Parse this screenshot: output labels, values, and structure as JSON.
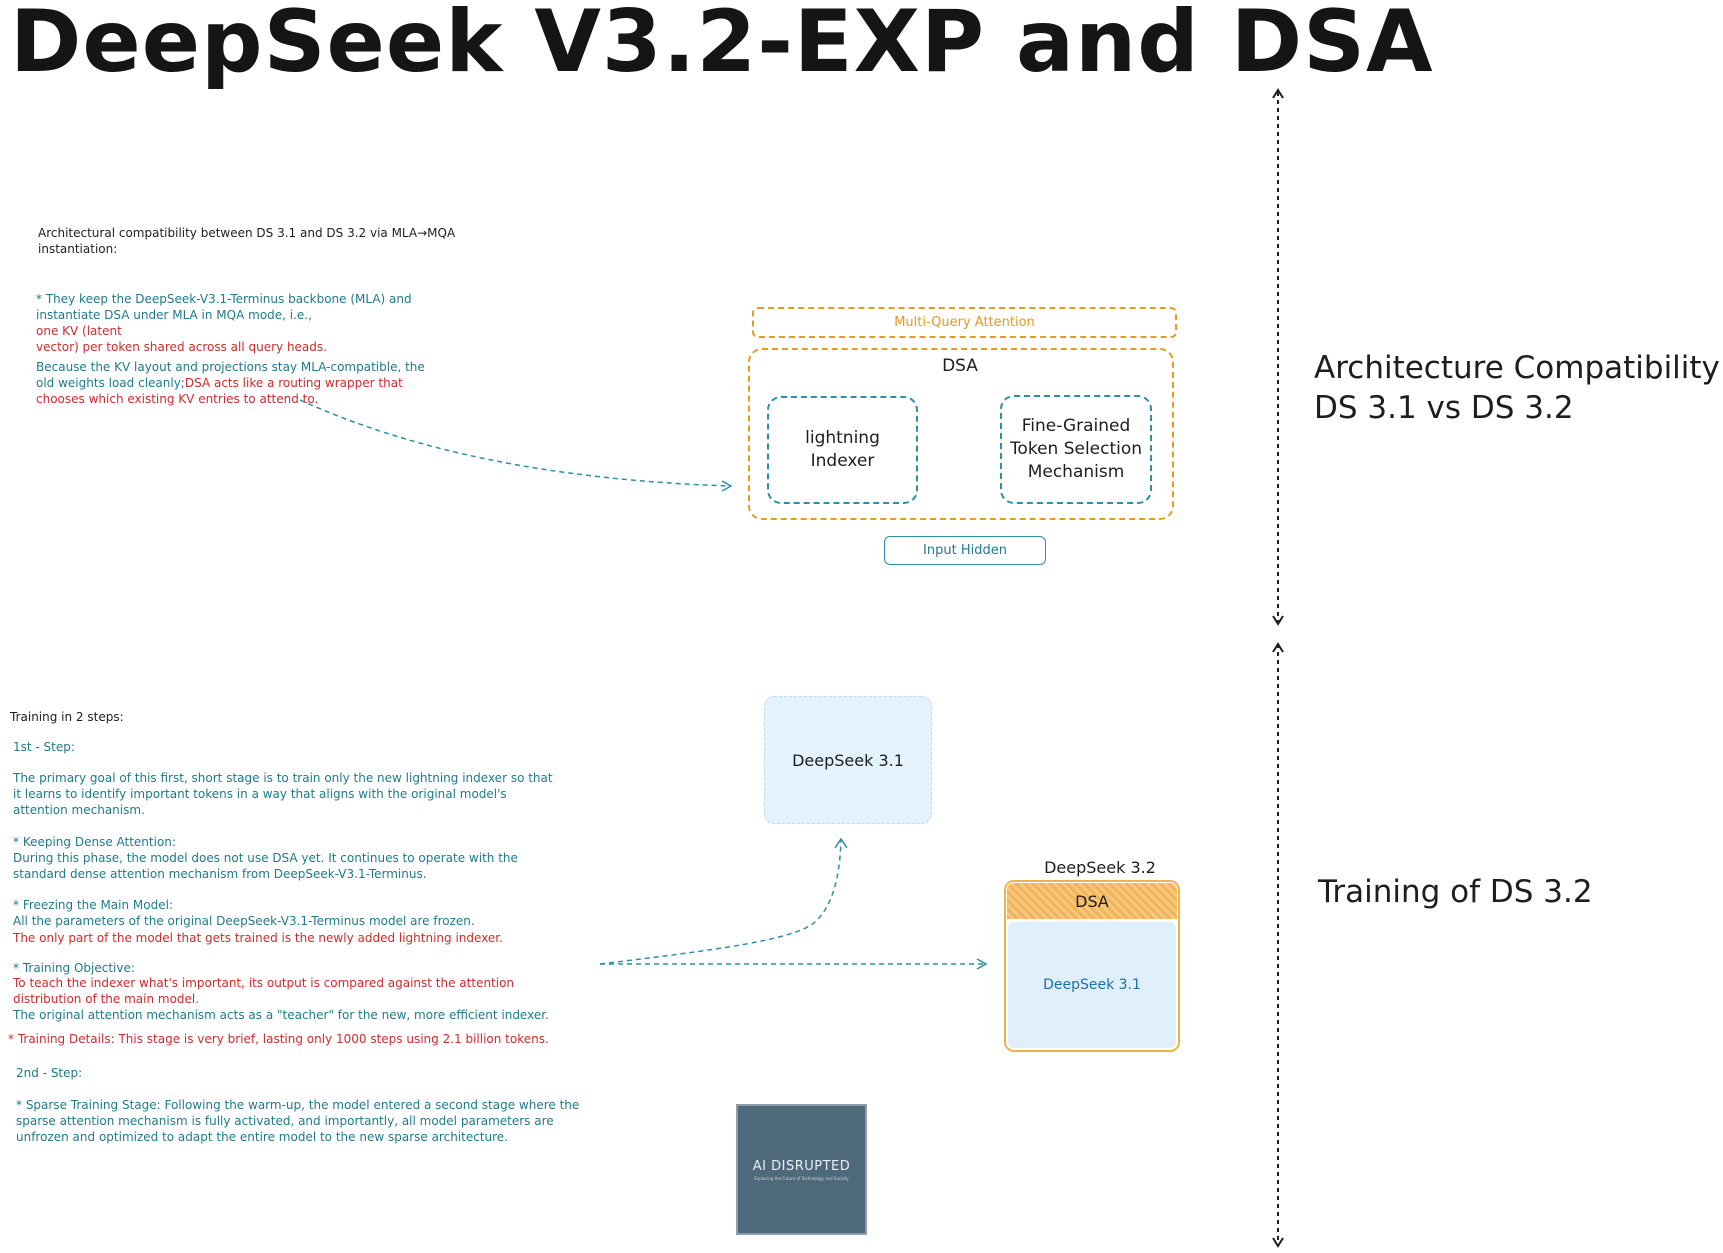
{
  "title": "DeepSeek V3.2-EXP and DSA",
  "section1": {
    "heading": "Architecture  Compatibility\nDS 3.1 vs DS 3.2",
    "intro": "Architectural compatibility between DS 3.1 and DS 3.2 via MLA→MQA\ninstantiation:",
    "p1_teal": "* They keep the DeepSeek-V3.1-Terminus backbone (MLA) and\ninstantiate DSA under MLA in MQA mode, i.e.,",
    "p1_red": "one KV (latent\nvector) per token shared across all query heads.",
    "p2_teal": "Because the KV layout and projections stay MLA-compatible, the\nold weights load cleanly;",
    "p2_red": "DSA acts like a routing wrapper that\nchooses which existing KV entries to attend to.",
    "diagram": {
      "mqa_label": "Multi-Query Attention",
      "dsa_label": "DSA",
      "indexer_label": "lightning\nIndexer",
      "token_selection_label": "Fine-Grained\nToken Selection\nMechanism",
      "input_label": "Input Hidden"
    }
  },
  "section2": {
    "heading": "Training of DS 3.2",
    "intro": "Training in 2 steps:",
    "step1_title": "1st - Step:",
    "step1_goal": "The primary goal of this first, short stage is to train only the new lightning indexer so that\nit learns to identify important tokens in a way that aligns with the original model's\nattention mechanism.",
    "dense_title": "* Keeping Dense Attention:",
    "dense_body": "During this phase, the model does not use DSA yet. It continues to operate with the\nstandard dense attention mechanism from DeepSeek-V3.1-Terminus.",
    "freeze_title": "* Freezing the Main Model:",
    "freeze_body": "All the parameters of the original DeepSeek-V3.1-Terminus model are frozen.",
    "freeze_red": "The only part of the model that gets trained is the newly added lightning indexer.",
    "objective_title": "* Training Objective:",
    "objective_red": "To teach the indexer what's important, its output is compared against the attention\ndistribution of the main model.",
    "objective_teal": "The original attention mechanism acts as a \"teacher\" for the new, more efficient indexer.",
    "details_red": "* Training Details: This stage is very brief, lasting only 1000 steps using 2.1 billion tokens.",
    "step2_title": "2nd - Step:",
    "step2_body": "* Sparse Training Stage: Following the warm-up, the model entered a second stage where the\nsparse attention mechanism is fully activated, and importantly, all model parameters are\nunfrozen and optimized to adapt the entire model to the new sparse architecture.",
    "diagram": {
      "ds31_label": "DeepSeek 3.1",
      "ds32_label": "DeepSeek 3.2",
      "ds32_dsa_label": "DSA",
      "ds32_inner_label": "DeepSeek 3.1"
    }
  },
  "thumbnail": {
    "title": "AI DISRUPTED",
    "subtitle": "Exploring the Future of Technology and Society"
  },
  "colors": {
    "teal": "#1f7a8c",
    "red": "#d12b2b",
    "orange": "#e69a1e",
    "light_blue": "#e3f2fc"
  }
}
